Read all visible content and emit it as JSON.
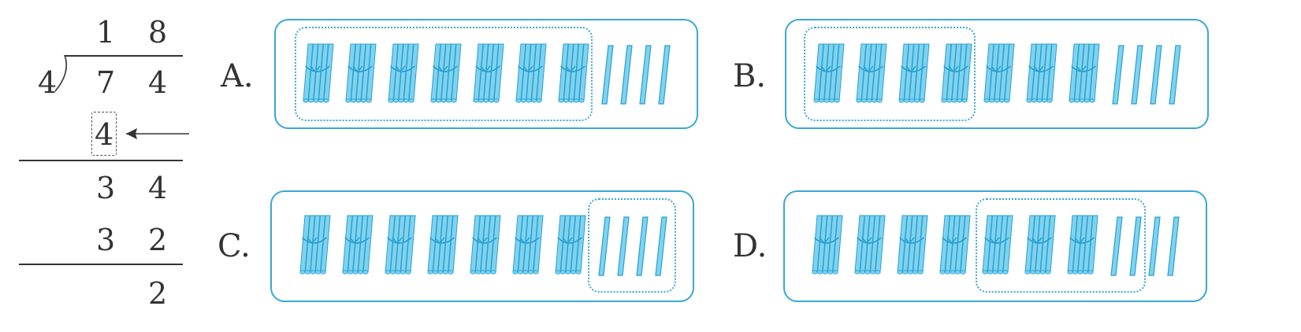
{
  "division": {
    "quotient_tens": "1",
    "quotient_ones": "8",
    "divisor": "4",
    "dividend_tens": "7",
    "dividend_ones": "4",
    "first_product": "4",
    "remainder_tens": "3",
    "remainder_ones": "4",
    "second_product_tens": "3",
    "second_product_ones": "2",
    "final_remainder": "2"
  },
  "colors": {
    "stick": "#7fd3ef",
    "stick_outline": "#2a9fd0",
    "panel_border": "#3aa7d6",
    "text": "#333333"
  },
  "options": [
    {
      "letter": "A.",
      "bundles": 7,
      "singles": 4,
      "circled": "bundles 1-7"
    },
    {
      "letter": "B.",
      "bundles": 7,
      "singles": 4,
      "circled": "bundles 1-4"
    },
    {
      "letter": "C.",
      "bundles": 7,
      "singles": 4,
      "circled": "singles 1-4"
    },
    {
      "letter": "D.",
      "bundles": 7,
      "singles": 4,
      "circled": "bundles 5-7 and singles 1-2"
    }
  ]
}
